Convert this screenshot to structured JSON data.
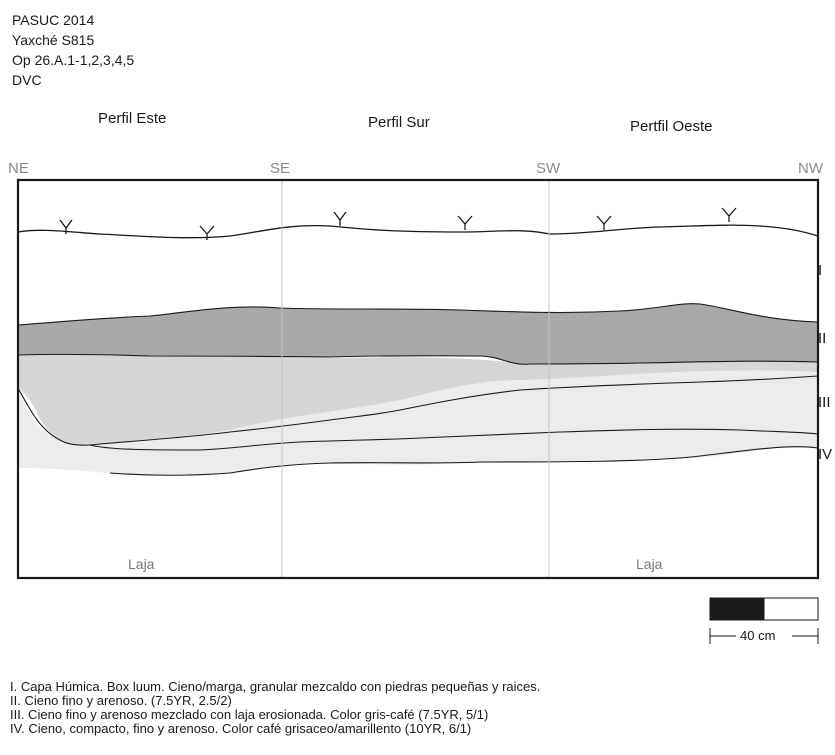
{
  "header": {
    "lines": [
      "PASUC 2014",
      "Yaxché S815",
      "Op 26.A.1-1,2,3,4,5",
      "DVC"
    ]
  },
  "profiles": {
    "east": "Perfil Este",
    "south": "Perfil Sur",
    "west": "Pertfil Oeste"
  },
  "corners": {
    "ne": "NE",
    "se": "SE",
    "sw": "SW",
    "nw": "NW"
  },
  "layers": {
    "i": "I",
    "ii": "II",
    "iii": "III",
    "iv": "IV"
  },
  "bedrock": {
    "left": "Laja",
    "right": "Laja"
  },
  "scale": {
    "label": "40 cm"
  },
  "legend": [
    "I. Capa Húmica. Box luum. Cieno/marga, granular mezcaldo con piedras pequeñas y raices.",
    "II. Cieno fino y arenoso. (7.5YR, 2.5/2)",
    "III. Cieno fino y arenoso mezclado con laja erosionada. Color gris-café (7.5YR, 5/1)",
    "IV. Cieno, compacto, fino y arenoso. Color café grisaceo/amarillento (10YR, 6/1)"
  ],
  "colors": {
    "layer_ii": "#a9a9a9",
    "layer_iii": "#d6d6d6",
    "layer_iv": "#ececec",
    "frame": "#1a1a1a",
    "section_divider": "#c4c4c4",
    "scale_black": "#1a1a1a"
  }
}
